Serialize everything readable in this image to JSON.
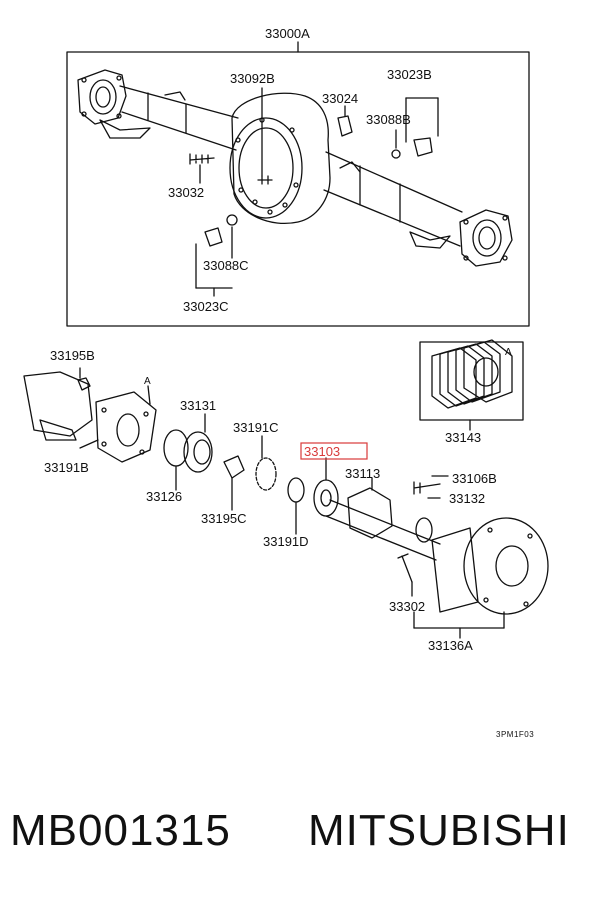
{
  "parts": {
    "axle_housing": "33000A",
    "breather_bolt": "33092B",
    "breather": "33024",
    "drain_plug_upper": "33023B",
    "gasket_upper": "33088B",
    "stud_bolt": "33032",
    "gasket_lower": "33088C",
    "drain_plug_lower": "33023C",
    "nut": "33195B",
    "end_plate": "33191B",
    "gasket": "33126",
    "bearing": "33131",
    "lock_nut": "33195C",
    "lock_washer": "33191C",
    "shaft_highlighted": "33103",
    "washer": "33191D",
    "seal": "33113",
    "hub_bolt": "33106B",
    "oil_seal": "33132",
    "wheel_bolt": "33302",
    "hub_assembly": "33136A",
    "shim_set": "33143"
  },
  "detail_marker": "A",
  "detail_marker_2": "A",
  "figure_code": "3PM1F03",
  "product": {
    "part_number": "MB001315",
    "brand": "MITSUBISHI"
  },
  "colors": {
    "highlight": "#d83a3a",
    "ink": "#111111"
  }
}
